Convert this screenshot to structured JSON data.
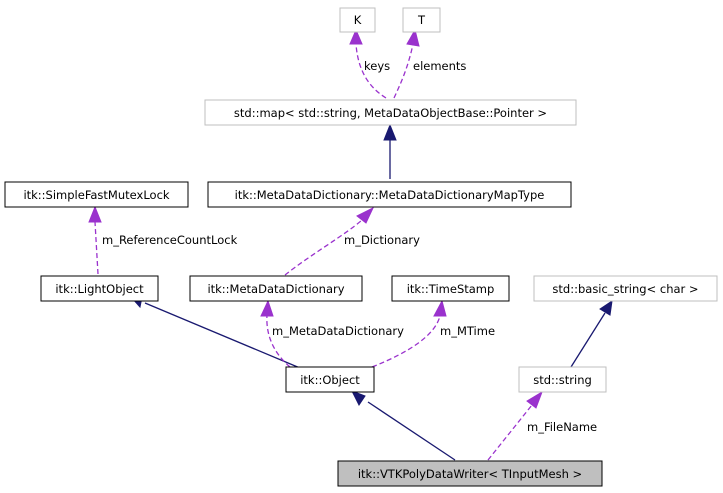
{
  "nodes": {
    "K": "K",
    "T": "T",
    "std_map": "std::map< std::string, MetaDataObjectBase::Pointer >",
    "mutex_lock": "itk::SimpleFastMutexLock",
    "dict_map_type": "itk::MetaDataDictionary::MetaDataDictionaryMapType",
    "light_object": "itk::LightObject",
    "meta_dict": "itk::MetaDataDictionary",
    "time_stamp": "itk::TimeStamp",
    "basic_string": "std::basic_string< char >",
    "object": "itk::Object",
    "std_string": "std::string",
    "writer": "itk::VTKPolyDataWriter< TInputMesh >"
  },
  "edges": {
    "keys": "keys",
    "elements": "elements",
    "ref_lock": "m_ReferenceCountLock",
    "dictionary": "m_Dictionary",
    "meta_data_dictionary": "m_MetaDataDictionary",
    "mtime": "m_MTime",
    "file_name": "m_FileName"
  }
}
